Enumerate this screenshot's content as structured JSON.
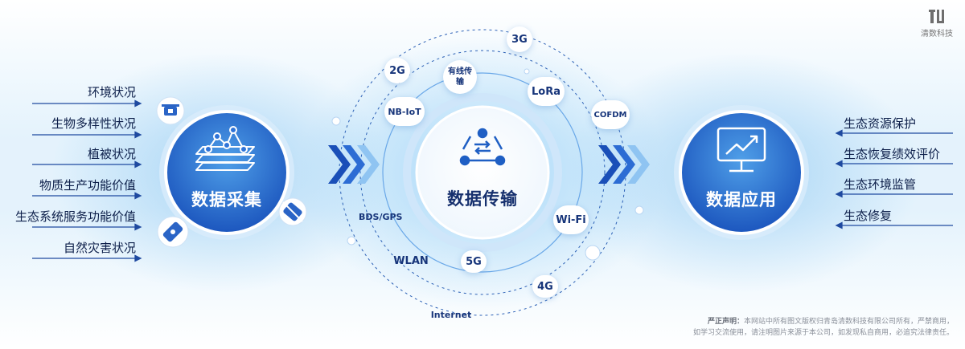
{
  "brand": {
    "logo_text": "清数科技"
  },
  "collection": {
    "title": "数据采集",
    "items": [
      "环境状况",
      "生物多样性状况",
      "植被状况",
      "物质生产功能价值",
      "生态系统服务功能价值",
      "自然灾害状况"
    ]
  },
  "transmission": {
    "title": "数据传输",
    "networks": [
      "3G",
      "2G",
      "有线传输",
      "LoRa",
      "NB-IoT",
      "COFDM",
      "BDS/GPS",
      "Wi-Fi",
      "WLAN",
      "5G",
      "4G",
      "Internet"
    ]
  },
  "application": {
    "title": "数据应用",
    "items": [
      "生态资源保护",
      "生态恢复绩效评价",
      "生态环境监管",
      "生态修复"
    ]
  },
  "notice": {
    "label": "严正声明：",
    "line1": "本网站中所有图文版权归青岛清数科技有限公司所有，严禁商用，",
    "line2": "如学习交流使用，请注明图片来源于本公司，如发现私自商用，必追究法律责任。"
  },
  "colors": {
    "primary": "#1f5fc4",
    "hub_light": "#3f8fe0",
    "text_dark": "#0d1f4a",
    "accent_light": "#8fc4f2"
  }
}
